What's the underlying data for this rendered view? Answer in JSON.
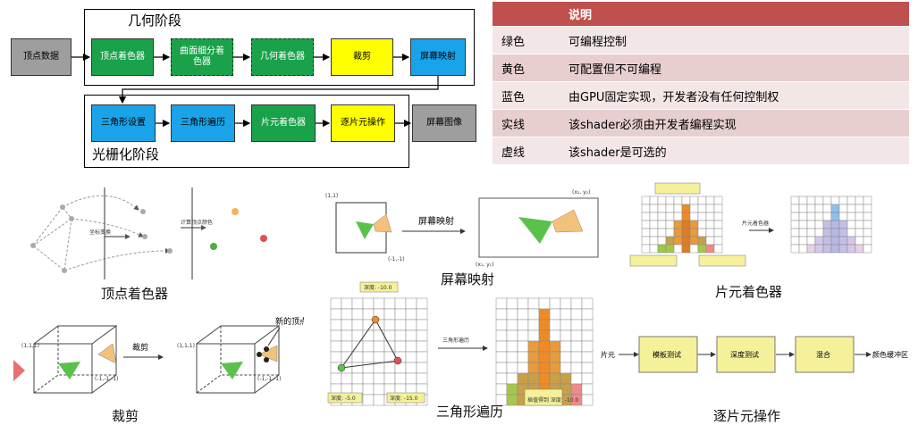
{
  "pipeline": {
    "geometry_stage_title": "几何阶段",
    "raster_stage_title": "光栅化阶段",
    "input": "顶点数据",
    "output": "屏幕图像",
    "geometry_steps": [
      "顶点着色器",
      "曲面细分着色器",
      "几何着色器",
      "裁剪",
      "屏幕映射"
    ],
    "raster_steps": [
      "三角形设置",
      "三角形遍历",
      "片元着色器",
      "逐片元操作"
    ],
    "colors": {
      "green": "#1aa24a",
      "yellow": "#ffff00",
      "blue": "#1aa3e8",
      "gray": "#9e9e9e"
    }
  },
  "legend": {
    "header": [
      "",
      "说明"
    ],
    "rows": [
      [
        "绿色",
        "可编程控制"
      ],
      [
        "黄色",
        "可配置但不可编程"
      ],
      [
        "蓝色",
        "由GPU固定实现，开发者没有任何控制权"
      ],
      [
        "实线",
        "该shader必须由开发者编程实现"
      ],
      [
        "虚线",
        "该shader是可选的"
      ]
    ],
    "header_color": "#c0504d"
  },
  "illustrations": {
    "vertex_shader": {
      "caption": "顶点着色器",
      "label_a": "坐标变换",
      "label_b": "计算顶点颜色"
    },
    "clipping": {
      "caption": "裁剪",
      "arrow_label": "裁剪",
      "new_vertex": "新的顶点",
      "corner_a": "(1,1,1)",
      "corner_b": "(-1,-1,-1)",
      "corner_c": "(1,1,1)",
      "corner_d": "(-1,-1,-1)"
    },
    "screen_mapping": {
      "caption": "屏幕映射",
      "arrow_label": "屏幕映射",
      "p1": "(1,1)",
      "p2": "(-1,-1)",
      "p3": "(x₂, y₂)",
      "p4": "(x₁, y₁)"
    },
    "triangle_traversal": {
      "caption": "三角形遍历",
      "arrow_label": "三角形遍历",
      "depth_top": "深度: -10.0",
      "depth_left": "深度: -5.0",
      "depth_right": "深度: -15.0",
      "depth_bottom": "插值得到 深度: -10.0"
    },
    "fragment_shader": {
      "caption": "片元着色器",
      "arrow_label": "片元着色器"
    },
    "per_fragment": {
      "caption": "逐片元操作",
      "input": "片元",
      "steps": [
        "模板测试",
        "深度测试",
        "混合"
      ],
      "output": "颜色缓冲区"
    }
  }
}
